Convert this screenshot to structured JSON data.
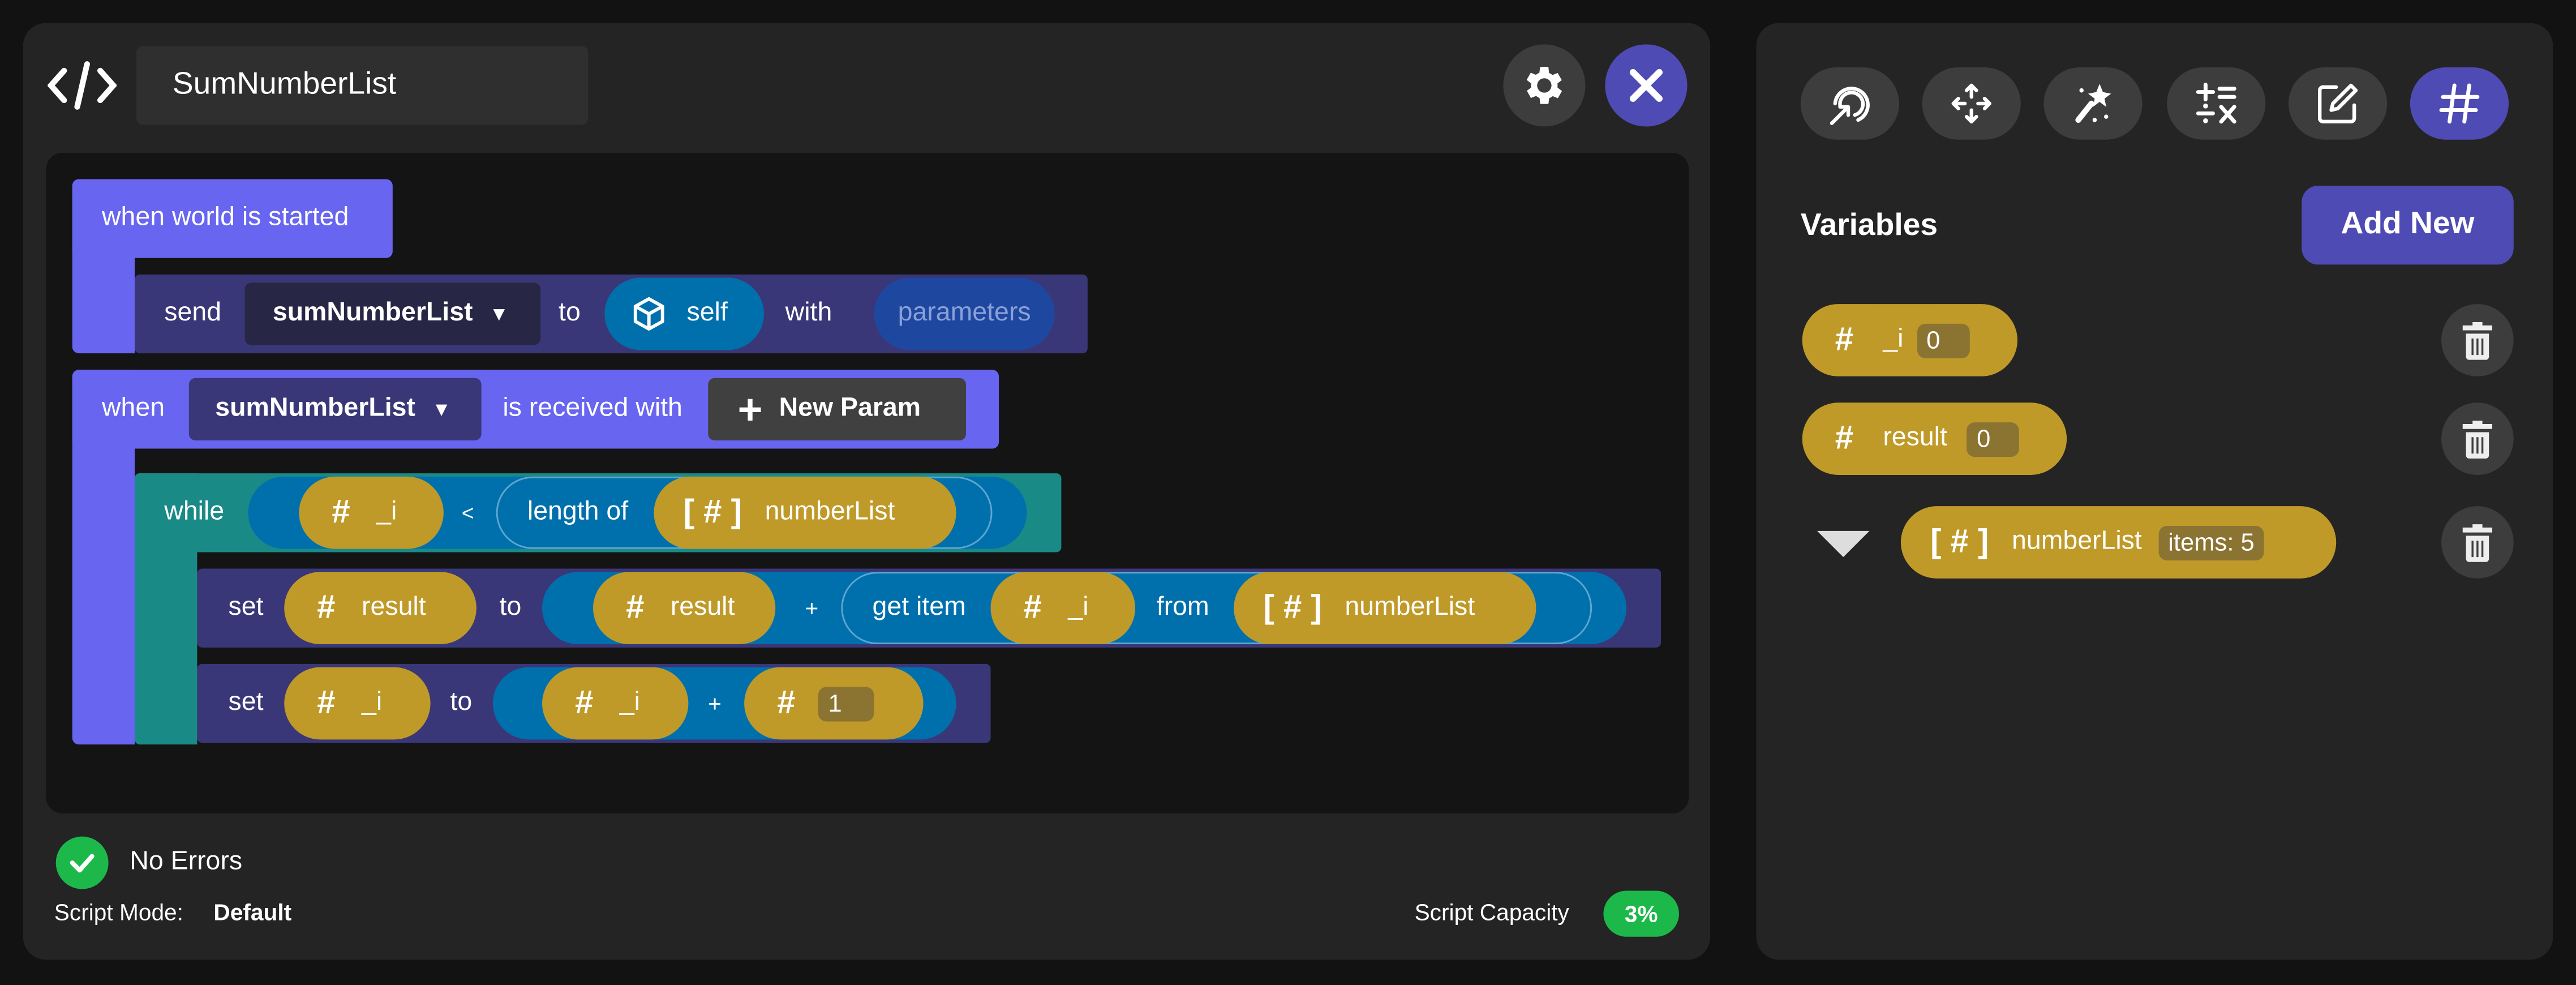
{
  "editor": {
    "title": "SumNumberList",
    "blocks": {
      "event1": {
        "label": "when world is started"
      },
      "send": {
        "send": "send",
        "message": "sumNumberList",
        "to": "to",
        "target": "self",
        "with": "with",
        "params": "parameters"
      },
      "event2": {
        "when": "when",
        "message": "sumNumberList",
        "received": "is received with",
        "new_param": "New Param"
      },
      "while": {
        "label": "while",
        "var": "_i",
        "op": "<",
        "length_of": "length of",
        "list_icon": "[ # ]",
        "list": "numberList"
      },
      "set1": {
        "set": "set",
        "var": "result",
        "to": "to",
        "lhs": "result",
        "plus": "+",
        "get_item": "get item",
        "idx": "_i",
        "from": "from",
        "list_icon": "[ # ]",
        "list": "numberList"
      },
      "set2": {
        "set": "set",
        "var": "_i",
        "to": "to",
        "lhs": "_i",
        "plus": "+",
        "num": "1"
      }
    },
    "status": {
      "text": "No Errors",
      "mode_label": "Script Mode:",
      "mode_value": "Default",
      "capacity_label": "Script Capacity",
      "capacity_value": "3%"
    }
  },
  "variables_panel": {
    "title": "Variables",
    "add_new": "Add New",
    "items": [
      {
        "icon": "#",
        "name": "_i",
        "value": "0"
      },
      {
        "icon": "#",
        "name": "result",
        "value": "0"
      },
      {
        "icon": "[ # ]",
        "name": "numberList",
        "value": "items: 5"
      }
    ]
  },
  "colors": {
    "accent": "#4f4bb4",
    "event": "#6865f0",
    "gold": "#bf9a29",
    "teal": "#1a8a87",
    "success": "#1db84a"
  }
}
